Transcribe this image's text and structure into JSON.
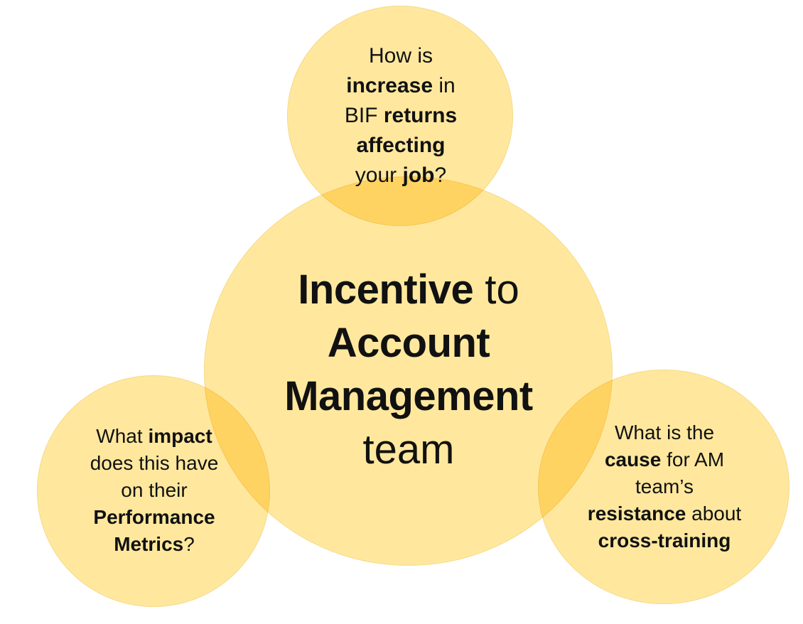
{
  "center": {
    "incentive": "Incentive",
    "to": "to",
    "account": "Account",
    "management": "Management",
    "team": "team"
  },
  "top": {
    "how_is": "How is",
    "increase": "increase",
    "in": "in",
    "bif": "BIF",
    "returns": "returns",
    "affecting": "affecting",
    "your": "your",
    "job": "job",
    "q": "?"
  },
  "left": {
    "what": "What",
    "impact": "impact",
    "does_this_have": "does this have",
    "on_their": "on their",
    "performance": "Performance",
    "metrics": "Metrics",
    "q": "?"
  },
  "right": {
    "what_is_the": "What is the",
    "cause": "cause",
    "for_am": "for AM",
    "teams": "team’s",
    "resistance": "resistance",
    "about": "about",
    "cross_training": "cross-training"
  },
  "colors": {
    "circle_fill": "#FFD54F",
    "text": "#111111"
  }
}
